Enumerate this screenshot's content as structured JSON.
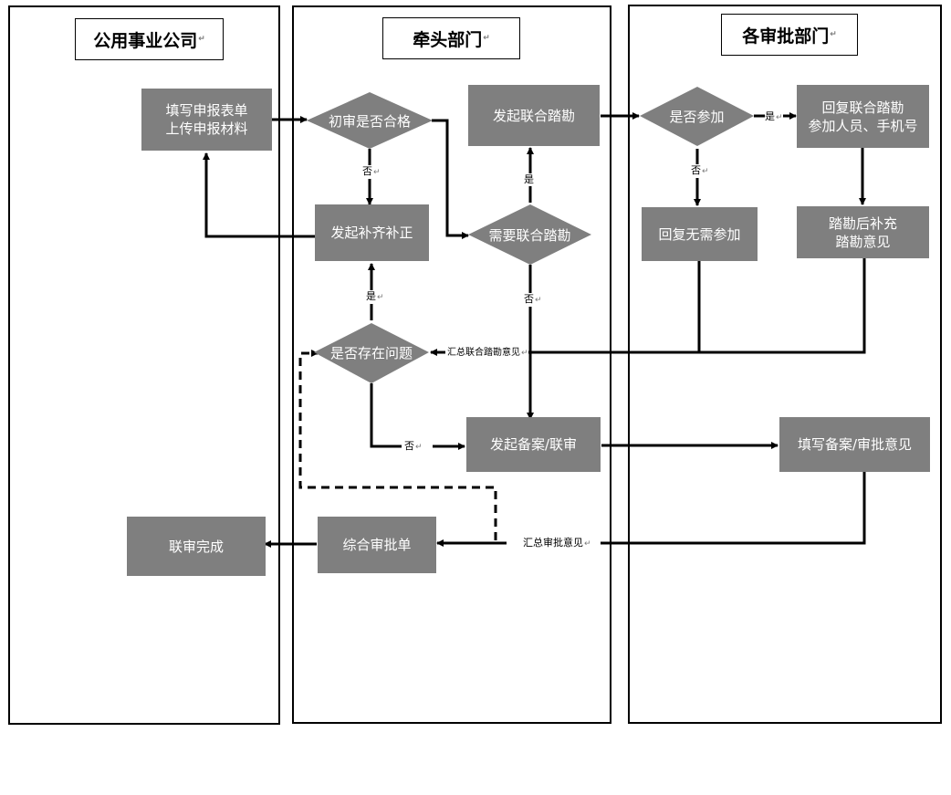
{
  "lanes": {
    "company": "公用事业公司",
    "lead": "牵头部门",
    "approval": "各审批部门"
  },
  "paragraph_mark": "↵",
  "nodes": {
    "fill_form": [
      "填写申报表单",
      "上传申报材料"
    ],
    "initial_review": "初审是否合格",
    "supplement": "发起补齐补正",
    "start_joint_survey": "发起联合踏勘",
    "need_joint_survey": "需要联合踏勘",
    "has_issue": "是否存在问题",
    "start_filing": "发起备案/联审",
    "comprehensive_approval": "综合审批单",
    "joint_review_done": "联审完成",
    "participate": "是否参加",
    "reply_joint": [
      "回复联合踏勘",
      "参加人员、手机号"
    ],
    "reply_no": "回复无需参加",
    "post_survey": [
      "踏勘后补充",
      "踏勘意见"
    ],
    "fill_filing_opinion": "填写备案/审批意见"
  },
  "labels": {
    "no_review": "否",
    "yes_survey": "是",
    "no_survey": "否",
    "yes_participate": "是",
    "no_participate": "否",
    "yes_issue": "是",
    "no_issue": "否",
    "summary_survey": "汇总联合踏勘意见",
    "summary_approval": "汇总审批意见"
  },
  "colors": {
    "node_fill": "#7f7f7f",
    "node_text": "#ffffff",
    "line": "#000000"
  }
}
